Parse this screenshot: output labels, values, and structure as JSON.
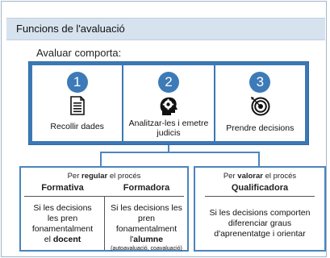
{
  "title": "Funcions de l'avaluació",
  "intro": "Avaluar comporta:",
  "steps": [
    {
      "number": "1",
      "icon": "document-icon",
      "label": "Recollir dades"
    },
    {
      "number": "2",
      "icon": "head-gear-icon",
      "label_line1": "Analitzar-les i emetre",
      "label_line2": "judicis"
    },
    {
      "number": "3",
      "icon": "target-icon",
      "label": "Prendre decisions"
    }
  ],
  "left_panel": {
    "header_pre": "Per ",
    "header_bold": "regular",
    "header_post": " el procés",
    "col1": {
      "title": "Formativa",
      "line1": "Si les decisions",
      "line2": "les pren",
      "line3": "fonamentalment",
      "line4_pre": "el ",
      "line4_bold": "docent"
    },
    "col2": {
      "title": "Formadora",
      "line1": "Si les decisions les",
      "line2": "pren",
      "line3": "fonamentalment",
      "line4_pre": "l'",
      "line4_bold": "alumne",
      "note": "(autoavaluació, coavaluació)"
    }
  },
  "right_panel": {
    "header_pre": "Per ",
    "header_bold": "valorar",
    "header_post": " el procés",
    "title": "Qualificadora",
    "line1": "Si les decisions comporten",
    "line2": "diferenciar graus",
    "line3": "d'aprenentatge i orientar"
  },
  "colors": {
    "accent": "#3c78b5",
    "title_bar": "#d6e3ef"
  }
}
